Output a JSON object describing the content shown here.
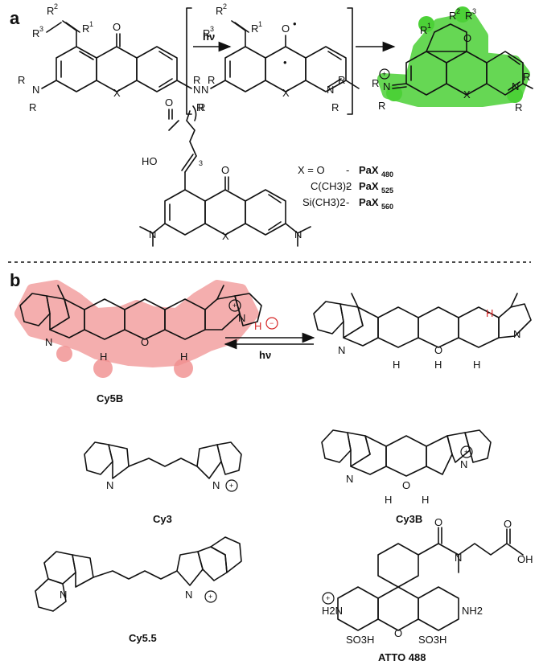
{
  "panel_a": {
    "label": "a",
    "arrow_label": "hν",
    "atoms": {
      "O": "O",
      "X": "X",
      "N": "N",
      "R": "R",
      "R1": "R",
      "R1_sup": "1",
      "R2": "R",
      "R2_sup": "2",
      "R3": "R",
      "R3_sup": "3",
      "plus": "+",
      "radical": "•"
    },
    "lower": {
      "HO": "HO",
      "sub3": "3",
      "x_eq": "X = O",
      "rows": [
        {
          "x": "",
          "name": "PaX",
          "sub": "480"
        },
        {
          "x": "C(CH3)2",
          "name": "PaX",
          "sub": "525"
        },
        {
          "x": "Si(CH3)2",
          "name": "PaX",
          "sub": "560"
        }
      ],
      "dash": "-"
    }
  },
  "panel_b": {
    "label": "b",
    "hminus": "H",
    "minus": "−",
    "hv": "hν",
    "H": "H",
    "O": "O",
    "N": "N",
    "captions": {
      "cy5b": "Cy5B",
      "cy3": "Cy3",
      "cy3b": "Cy3B",
      "cy55": "Cy5.5",
      "atto": "ATTO 488"
    },
    "atto": {
      "OH": "OH",
      "O": "O",
      "N": "N",
      "H2N": "H2N",
      "NH2": "NH2",
      "SO3H": "SO3H"
    }
  },
  "colors": {
    "green_highlight": "#4cd137",
    "red_highlight": "#f08d8d",
    "red_text": "#d62828"
  }
}
